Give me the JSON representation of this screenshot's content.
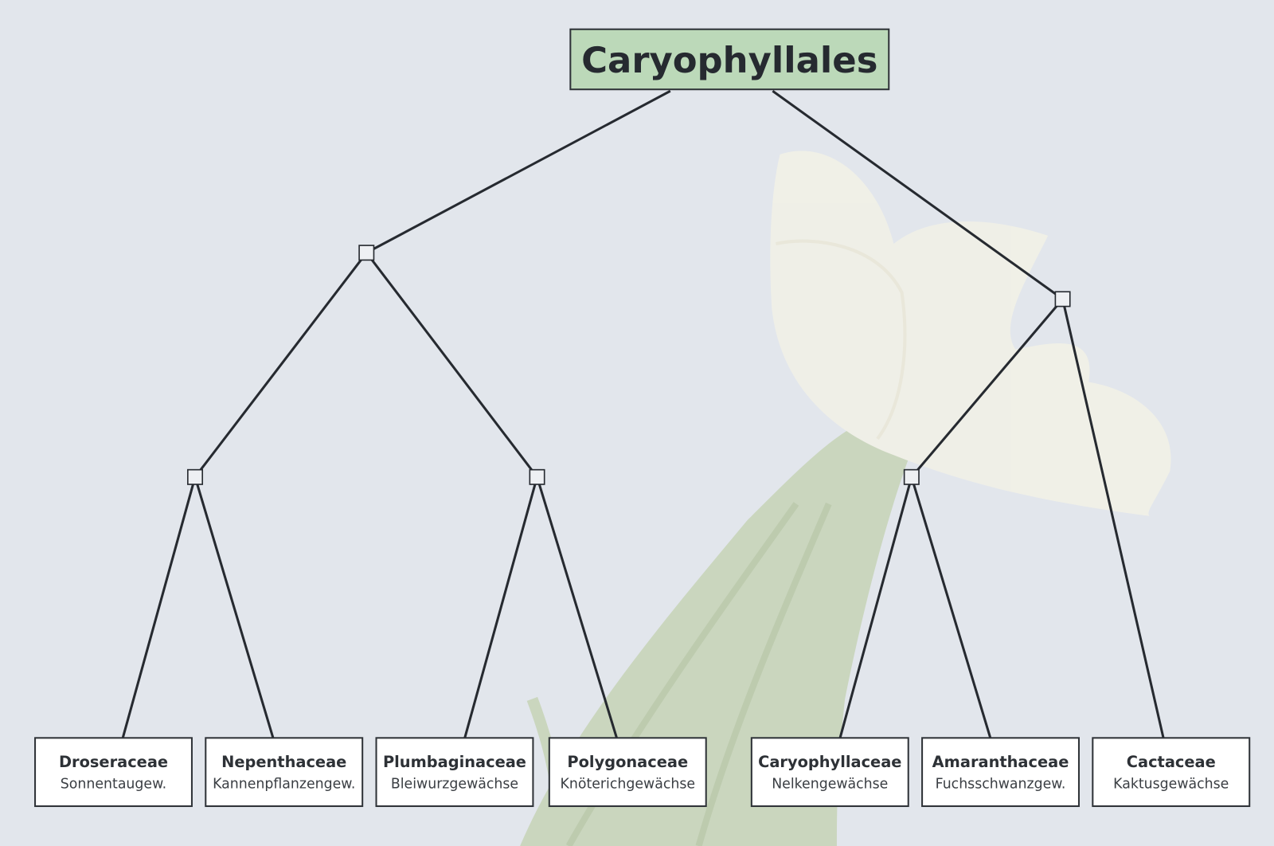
{
  "root": {
    "label": "Caryophyllales",
    "color": "#bcd9b9"
  },
  "families": [
    {
      "name": "Droseraceae",
      "common": "Sonnentaugew."
    },
    {
      "name": "Nepenthaceae",
      "common": "Kannenpflanzengew."
    },
    {
      "name": "Plumbaginaceae",
      "common": "Bleiwurzgewächse"
    },
    {
      "name": "Polygonaceae",
      "common": "Knöterichgewächse"
    },
    {
      "name": "Caryophyllaceae",
      "common": "Nelkengewächse"
    },
    {
      "name": "Amaranthaceae",
      "common": "Fuchsschwanzgew."
    },
    {
      "name": "Cactaceae",
      "common": "Kaktusgewächse"
    }
  ]
}
